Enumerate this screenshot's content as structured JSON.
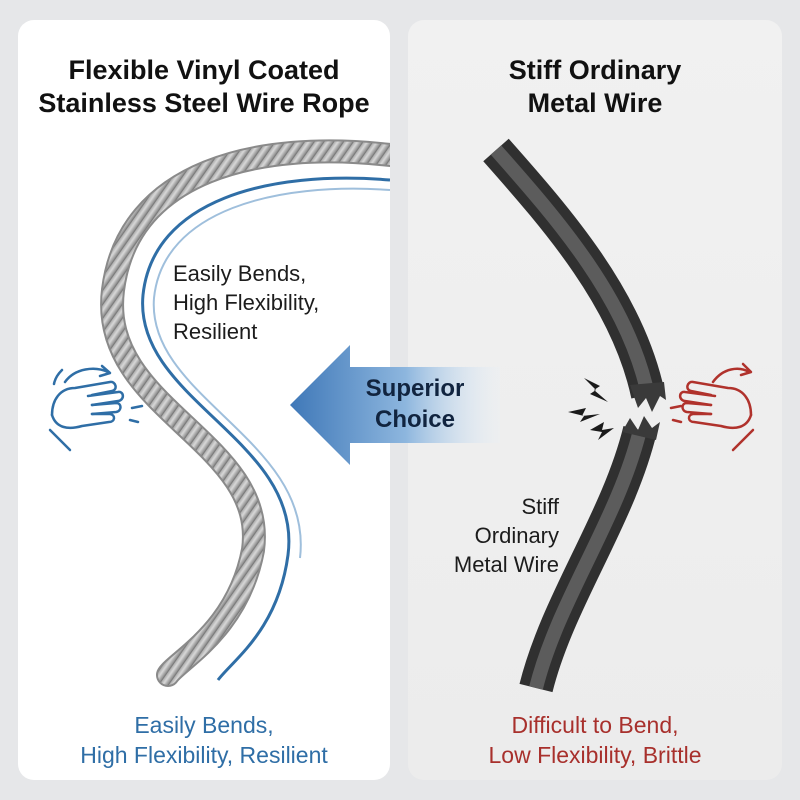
{
  "left_panel": {
    "title": "Flexible Vinyl Coated\nStainless Steel Wire Rope",
    "mid_label": "Easily Bends,\nHigh Flexibility,\nResilient",
    "bottom_label": "Easily Bends,\nHigh Flexibility, Resilient",
    "bottom_color": "#2f6ea6",
    "icon": "hand-bend-icon"
  },
  "right_panel": {
    "title": "Stiff Ordinary\nMetal Wire",
    "mid_label": "Stiff\nOrdinary\nMetal Wire",
    "bottom_label": "Difficult to Bend,\nLow Flexibility, Brittle",
    "bottom_color": "#a8302c",
    "icon": "hand-bend-icon"
  },
  "arrow": {
    "label": "Superior\nChoice",
    "icon": "arrow-left-icon"
  }
}
